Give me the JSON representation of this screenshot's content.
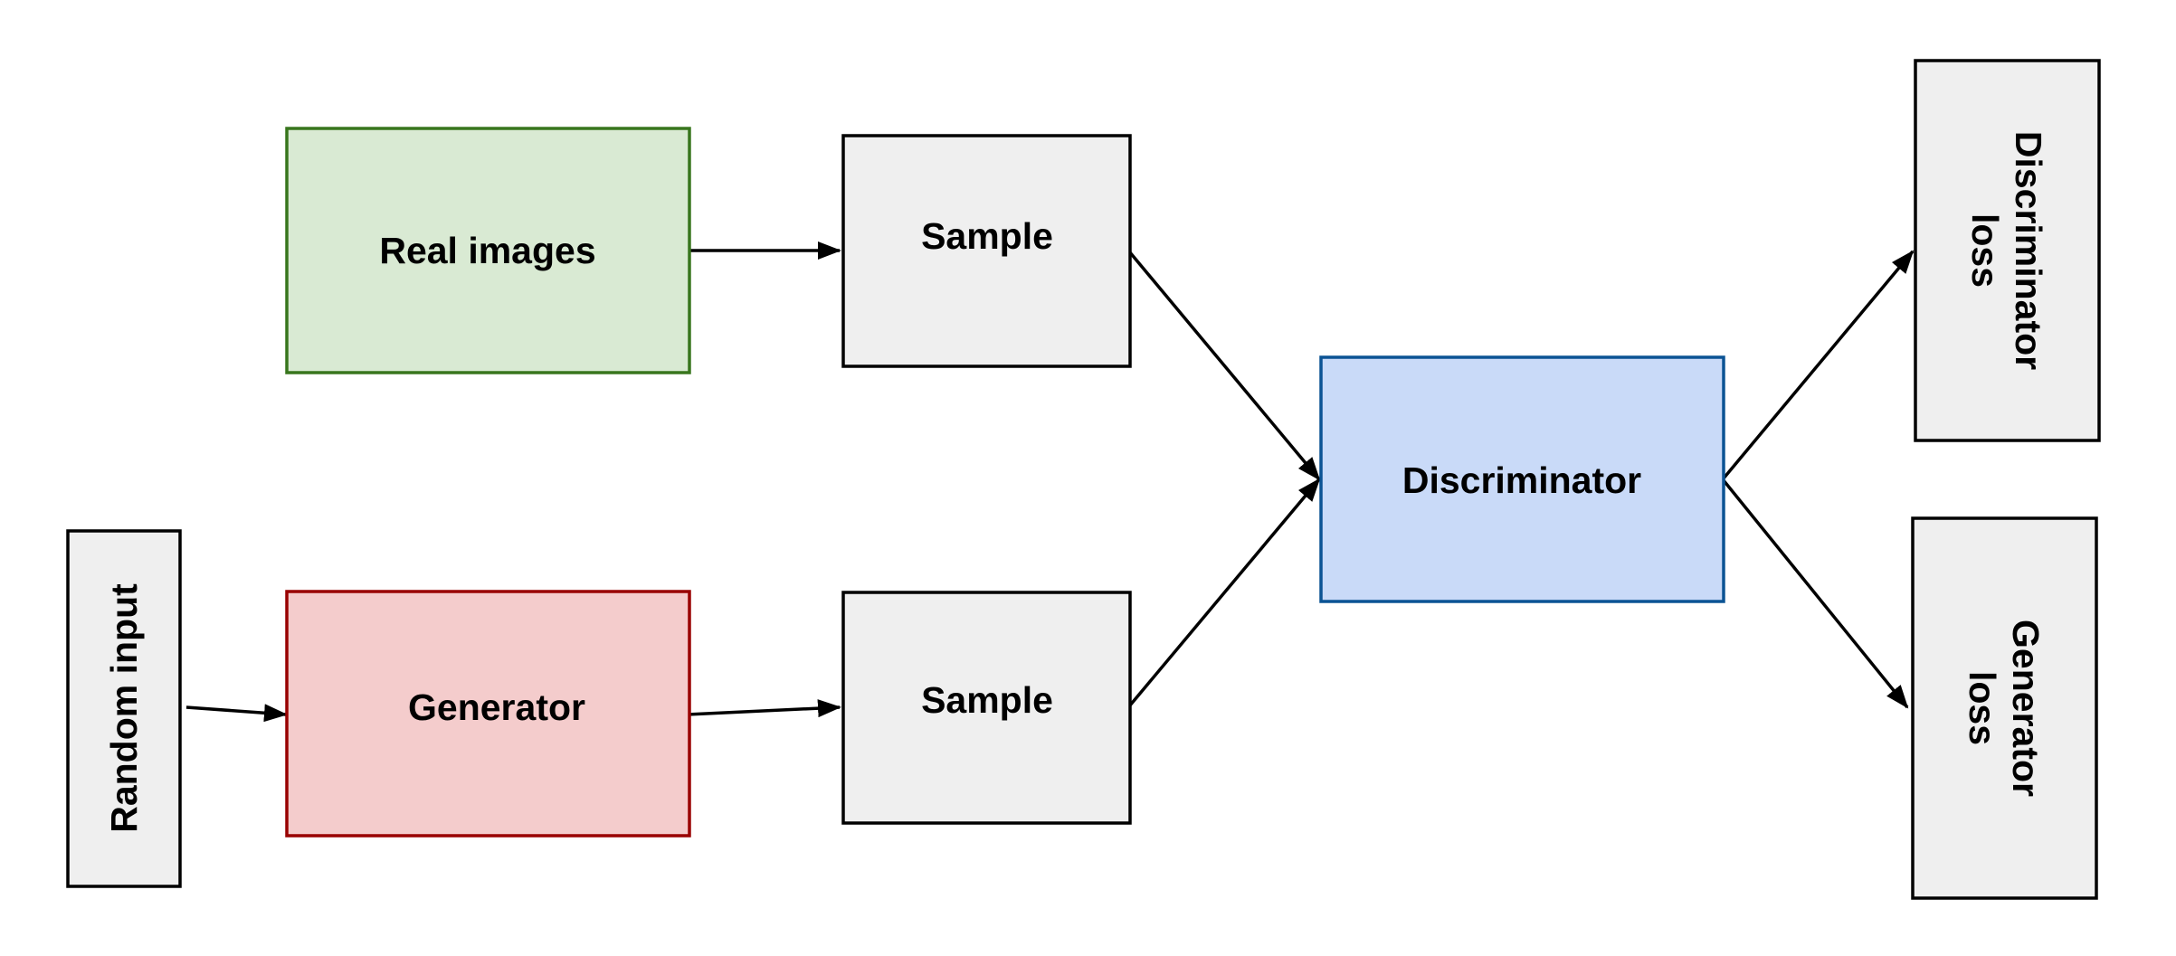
{
  "diagram": {
    "nodes": {
      "random_input": {
        "label": "Random input",
        "fill": "#efefef",
        "stroke": "#000000"
      },
      "real_images": {
        "label": "Real images",
        "fill": "#d9ead3",
        "stroke": "#38761d"
      },
      "generator": {
        "label": "Generator",
        "fill": "#f4cccc",
        "stroke": "#990000"
      },
      "sample_real": {
        "label": "Sample",
        "fill": "#efefef",
        "stroke": "#000000"
      },
      "sample_fake": {
        "label": "Sample",
        "fill": "#efefef",
        "stroke": "#000000"
      },
      "discriminator": {
        "label": "Discriminator",
        "fill": "#c9daf8",
        "stroke": "#0b5394"
      },
      "discriminator_loss": {
        "label_line1": "Discriminator",
        "label_line2": "loss",
        "fill": "#efefef",
        "stroke": "#000000"
      },
      "generator_loss": {
        "label_line1": "Generator",
        "label_line2": "loss",
        "fill": "#efefef",
        "stroke": "#000000"
      }
    },
    "edges": [
      {
        "from": "real_images",
        "to": "sample_real"
      },
      {
        "from": "random_input",
        "to": "generator"
      },
      {
        "from": "generator",
        "to": "sample_fake"
      },
      {
        "from": "sample_real",
        "to": "discriminator"
      },
      {
        "from": "sample_fake",
        "to": "discriminator"
      },
      {
        "from": "discriminator",
        "to": "discriminator_loss"
      },
      {
        "from": "discriminator",
        "to": "generator_loss"
      }
    ]
  }
}
